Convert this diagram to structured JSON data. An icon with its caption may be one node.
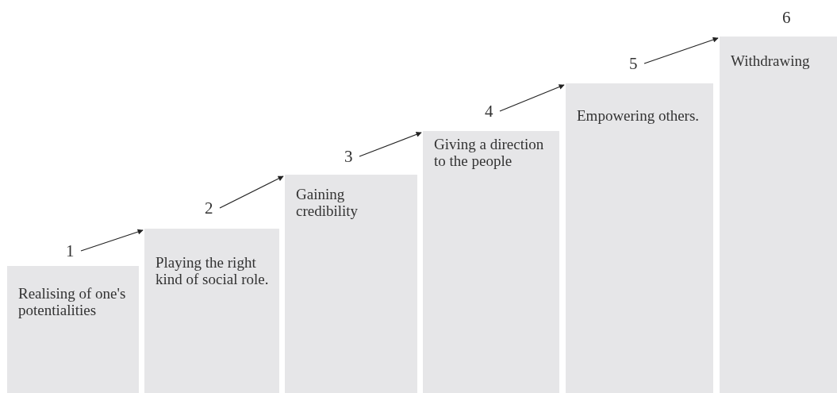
{
  "diagram": {
    "nodes": [
      {
        "text": [
          "Realising of one's potentialities"
        ]
      },
      {
        "text": [
          "Playing the right kind of social role."
        ]
      },
      {
        "text": [
          "Gaining credibility"
        ]
      },
      {
        "text": [
          "Giving a direction to the people"
        ]
      },
      {
        "text": [
          "Empowering others."
        ]
      },
      {
        "text": [
          "Withdrawing"
        ]
      },
      {
        "text": [
          "1"
        ]
      },
      {
        "text": [
          "2"
        ]
      },
      {
        "text": [
          "3"
        ]
      },
      {
        "text": [
          "4"
        ]
      },
      {
        "text": [
          "5"
        ]
      }
    ],
    "edges": [
      {
        "from": 6,
        "to": 1,
        "arrow": "to"
      },
      {
        "from": 7,
        "to": 2,
        "arrow": "to"
      },
      {
        "from": 8,
        "to": 3,
        "arrow": "to"
      },
      {
        "from": 9,
        "to": 4,
        "arrow": "to"
      },
      {
        "from": 10,
        "to": 5,
        "arrow": "to"
      }
    ],
    "labels": [
      "6"
    ]
  }
}
